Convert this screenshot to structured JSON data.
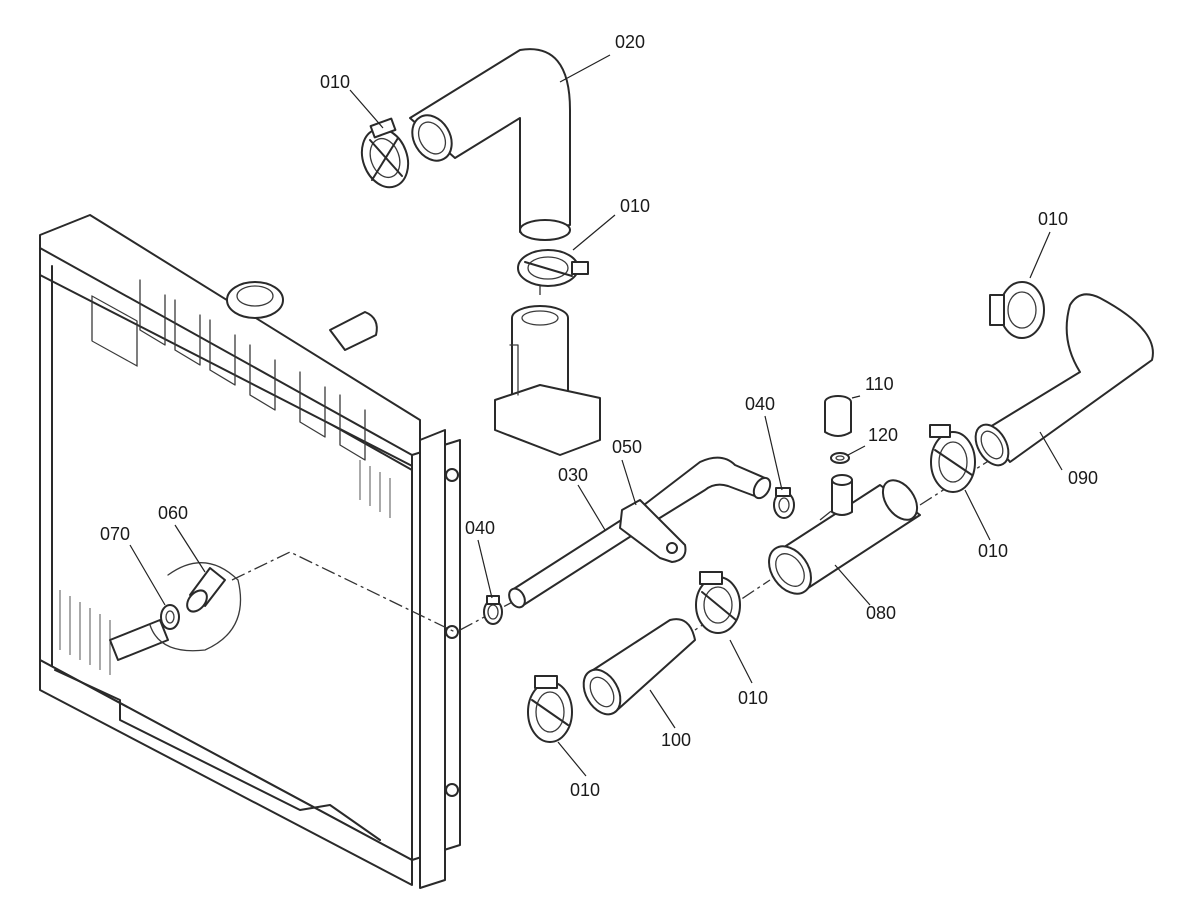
{
  "diagram": {
    "part_labels": {
      "p010_a": "010",
      "p020": "020",
      "p010_b": "010",
      "p010_c": "010",
      "p110": "110",
      "p040_a": "040",
      "p120": "120",
      "p050": "050",
      "p030": "030",
      "p090": "090",
      "p040_b": "040",
      "p060": "060",
      "p070": "070",
      "p010_d": "010",
      "p080": "080",
      "p010_e": "010",
      "p100": "100",
      "p010_f": "010"
    }
  }
}
